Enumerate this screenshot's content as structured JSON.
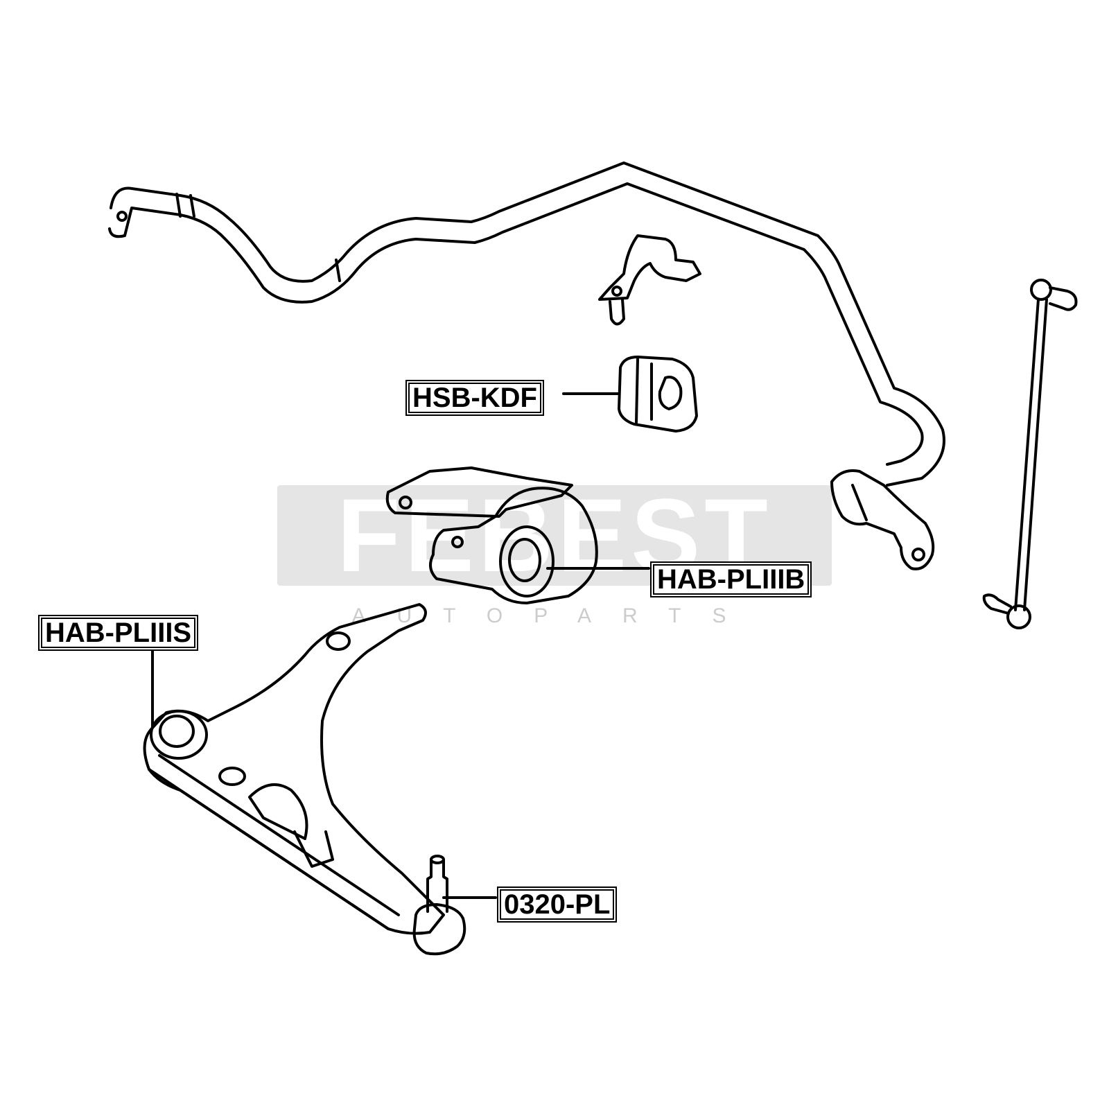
{
  "watermark": {
    "logo_text": "FEBEST",
    "subtitle": "AUTOPARTS"
  },
  "labels": {
    "stabilizer_bushing": "HSB-KDF",
    "arm_bushing_rear": "HAB-PLIIIB",
    "arm_bushing_front": "HAB-PLIIIS",
    "ball_joint": "0320-PL"
  },
  "colors": {
    "line": "#000000",
    "watermark_bg": "#e5e5e5",
    "watermark_sub": "#cccccc"
  }
}
